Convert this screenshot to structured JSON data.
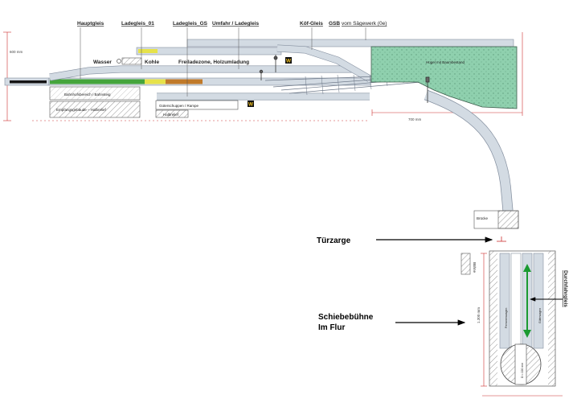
{
  "labels": {
    "hauptgleis": "Hauptgleis",
    "ladegleis_01": "Ladegleis_01",
    "ladegleis_gs": "Ladegleis_GS",
    "umfahr": "Umfahr / Ladegleis",
    "koef": "Köf-Gleis",
    "gsb_bold": "GSB",
    "gsb_rest": "vom Sägewerk (0e)",
    "wasser": "Wasser",
    "kohle": "Kohle",
    "freiladezone": "Freiladezone, Holzumladung",
    "huegel": "Hügel mit Baumbestand",
    "bahnhofsbereich": "Bahnhofsbereich / Bahnsteig",
    "empfangsgebaeude": "Empfangsgebäude – Halbrelief",
    "gueterschuppen": "Güterschuppen / Rampe",
    "halbrelief": "Halbrelief",
    "bruecke": "Brücke",
    "tuerzarge": "Türzarge",
    "schiebebuehne_1": "Schiebebühne",
    "schiebebuehne_2": "Im Flur",
    "buehne": "Bühne",
    "durchfahrgleis": "Durchfahrgleis",
    "personenwagen": "Personenwagen",
    "gueterwagen": "Güterwagen",
    "durchmesser": "D = 220 mm",
    "w_sign": "W"
  },
  "dimensions": {
    "height_left": "600 mm",
    "width_mid": "700 mm",
    "length_right": "1.300 mm"
  },
  "colors": {
    "track": "#d3dbe3",
    "track_stroke": "#8590a0",
    "hill": "#8fd0ae",
    "hill_stroke": "#3b5a4a",
    "green_seg": "#45a53c",
    "yellow_seg": "#e6e24a",
    "brown_seg": "#c07a2a",
    "dim_red": "#cc3030",
    "arrow_green": "#1a9a30",
    "sign_bg": "#111111",
    "sign_fg": "#f0c020"
  }
}
